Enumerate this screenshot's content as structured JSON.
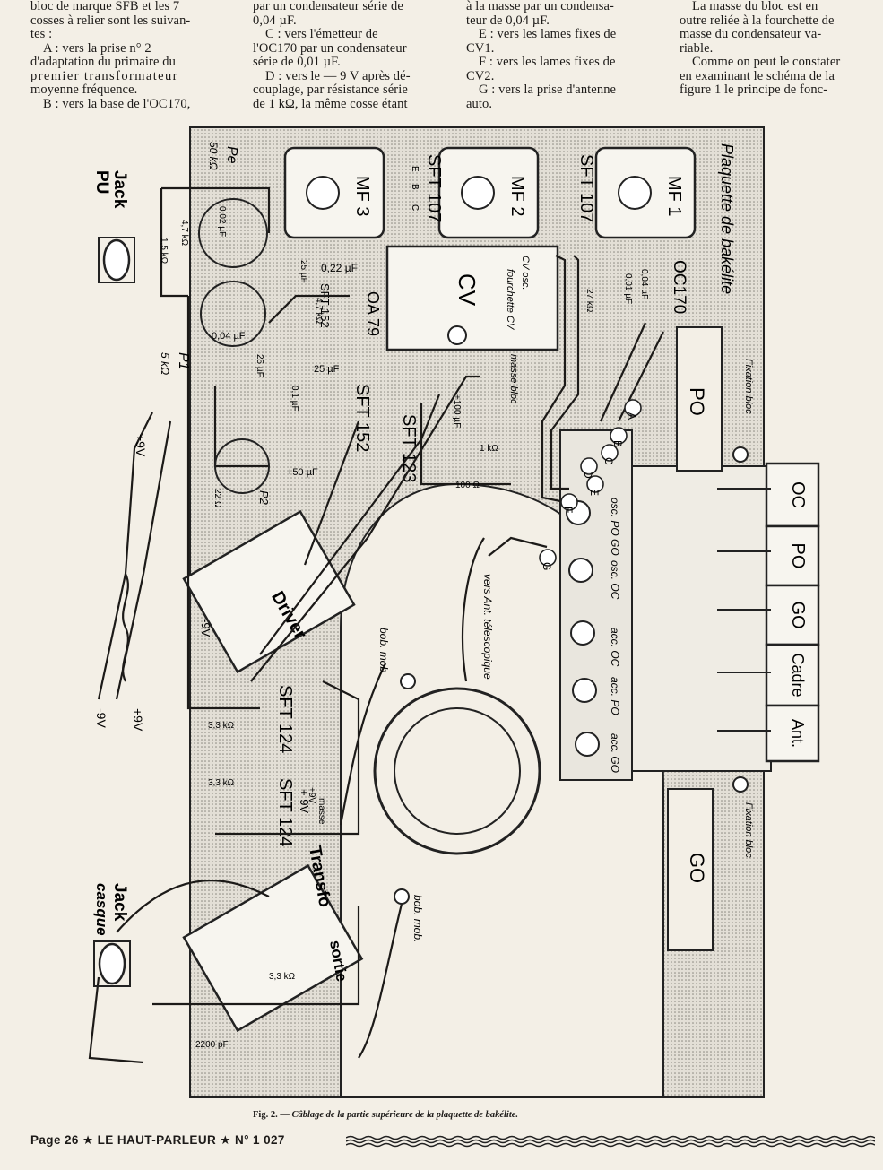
{
  "columns": [
    [
      "bloc de marque SFB et les 7",
      "cosses à relier sont les suivan-",
      "tes :",
      "A : vers la prise n° 2",
      "d'adaptation du primaire du",
      "premier transformateur",
      "moyenne fréquence.",
      "B : vers la base de l'OC170,"
    ],
    [
      "par un condensateur série de",
      "0,04 µF.",
      "C : vers l'émetteur de",
      "l'OC170 par un condensateur",
      "série de 0,01 µF.",
      "D : vers le — 9 V après dé-",
      "couplage, par résistance série",
      "de 1 kΩ, la même cosse étant"
    ],
    [
      "à la masse par un condensa-",
      "teur de 0,04 µF.",
      "E : vers les lames fixes de",
      "CV1.",
      "F : vers les lames fixes de",
      "CV2.",
      "G : vers la prise d'antenne",
      "auto."
    ],
    [
      "La masse du bloc est en",
      "outre reliée à la fourchette de",
      "masse du condensateur va-",
      "riable.",
      "Comme on peut le constater",
      "en examinant le schéma de la",
      "figure 1 le principe de fonc-"
    ]
  ],
  "figure": {
    "board_title": "Plaquette de bakélite",
    "if_transformers": [
      "MF 3",
      "MF 2",
      "MF 1"
    ],
    "transistors_top": [
      "SFT 107",
      "SFT 107",
      "OC170"
    ],
    "transistors": [
      "SFT 152",
      "SFT 152",
      "SFT 123",
      "SFT 124",
      "SFT 124"
    ],
    "diode": "OA 79",
    "cv": "CV",
    "cv_notes": [
      "CV osc.",
      "fourchette CV",
      "masse bloc"
    ],
    "driver": "Driver",
    "output_transfo": [
      "Transfo",
      "sortie"
    ],
    "bands": [
      "PO",
      "GO"
    ],
    "bands_right": [
      "OC",
      "PO",
      "GO",
      "Cadre",
      "Ant."
    ],
    "fixation": "Fixation bloc",
    "trimmers": [
      "osc. PO GO",
      "osc. OC",
      "acc. OC",
      "acc. PO",
      "acc. GO"
    ],
    "terminals": [
      "A",
      "B",
      "C",
      "D",
      "E",
      "F",
      "G"
    ],
    "ant_label": "vers Ant. télescopique",
    "bob_mob": "bob. mob.",
    "jack_pu": [
      "Jack",
      "PU"
    ],
    "jack_casque": [
      "Jack",
      "casque"
    ],
    "pe": "Pe",
    "pe_value": "50 kΩ",
    "p1": "P1",
    "p1_value": "5 kΩ",
    "p2": "P2",
    "supply": [
      "+9V",
      "-9V",
      "+ 9V",
      "-9V"
    ],
    "ebc": [
      "E",
      "B",
      "C"
    ],
    "components": [
      "0,02 µF",
      "4,7 kΩ",
      "1,5 kΩ",
      "0,22 µF",
      "25 µF",
      "4,7 kΩ",
      "0,04 µF",
      "25 µF",
      "0,1 µF",
      "25 µF",
      "+100 µF",
      "1 kΩ",
      "100 Ω",
      "+50 µF",
      "22 Ω",
      "3,3 kΩ",
      "3,3 kΩ",
      "3,3 kΩ",
      "2200 pF",
      "0,04 µF",
      "0,01 µF",
      "27 kΩ",
      "masse",
      "+9V"
    ]
  },
  "caption_label": "Fig. 2. —",
  "caption": "Câblage de la partie supérieure de la plaquette de bakélite.",
  "footer": "Page 26 ★ LE HAUT-PARLEUR ★ N° 1 027"
}
